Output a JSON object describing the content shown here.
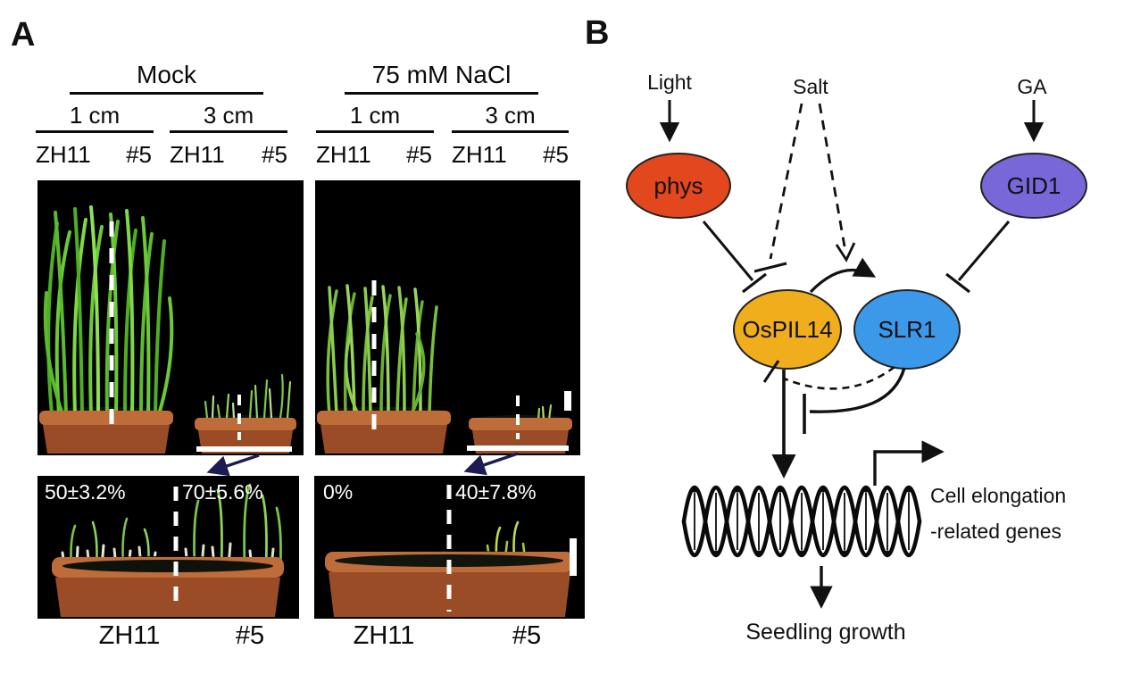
{
  "panel_a": {
    "label": "A",
    "treatments": [
      {
        "name": "Mock",
        "depths": [
          {
            "label": "1 cm",
            "genotypes": [
              "ZH11",
              "#5"
            ]
          },
          {
            "label": "3 cm",
            "genotypes": [
              "ZH11",
              "#5"
            ]
          }
        ]
      },
      {
        "name": "75 mM NaCl",
        "depths": [
          {
            "label": "1 cm",
            "genotypes": [
              "ZH11",
              "#5"
            ]
          },
          {
            "label": "3 cm",
            "genotypes": [
              "ZH11",
              "#5"
            ]
          }
        ]
      }
    ],
    "bottom": [
      {
        "percent_left": "50±3.2%",
        "percent_right": "70±5.6%",
        "label_left": "ZH11",
        "label_right": "#5"
      },
      {
        "percent_left": "0%",
        "percent_right": "40±7.8%",
        "label_left": "ZH11",
        "label_right": "#5"
      }
    ]
  },
  "panel_b": {
    "label": "B",
    "inputs": [
      {
        "label": "Light"
      },
      {
        "label": "Salt"
      },
      {
        "label": "GA"
      }
    ],
    "nodes": [
      {
        "id": "phys",
        "label": "phys",
        "color": "#e2471d"
      },
      {
        "id": "gid1",
        "label": "GID1",
        "color": "#7767d9"
      },
      {
        "id": "ospil14",
        "label": "OsPIL14",
        "color": "#f0ae1c"
      },
      {
        "id": "slr1",
        "label": "SLR1",
        "color": "#3c98e8"
      }
    ],
    "outputs": {
      "genes_line1": "Cell elongation",
      "genes_line2": "-related genes",
      "growth": "Seedling growth"
    }
  },
  "colors": {
    "node_phys": "#e2471d",
    "node_gid1": "#7767d9",
    "node_ospil14": "#f0ae1c",
    "node_slr1": "#3c98e8",
    "transfer_arrow": "#1c1b52",
    "photo_annotation": "#ffffff",
    "diagram_stroke": "#111111"
  }
}
